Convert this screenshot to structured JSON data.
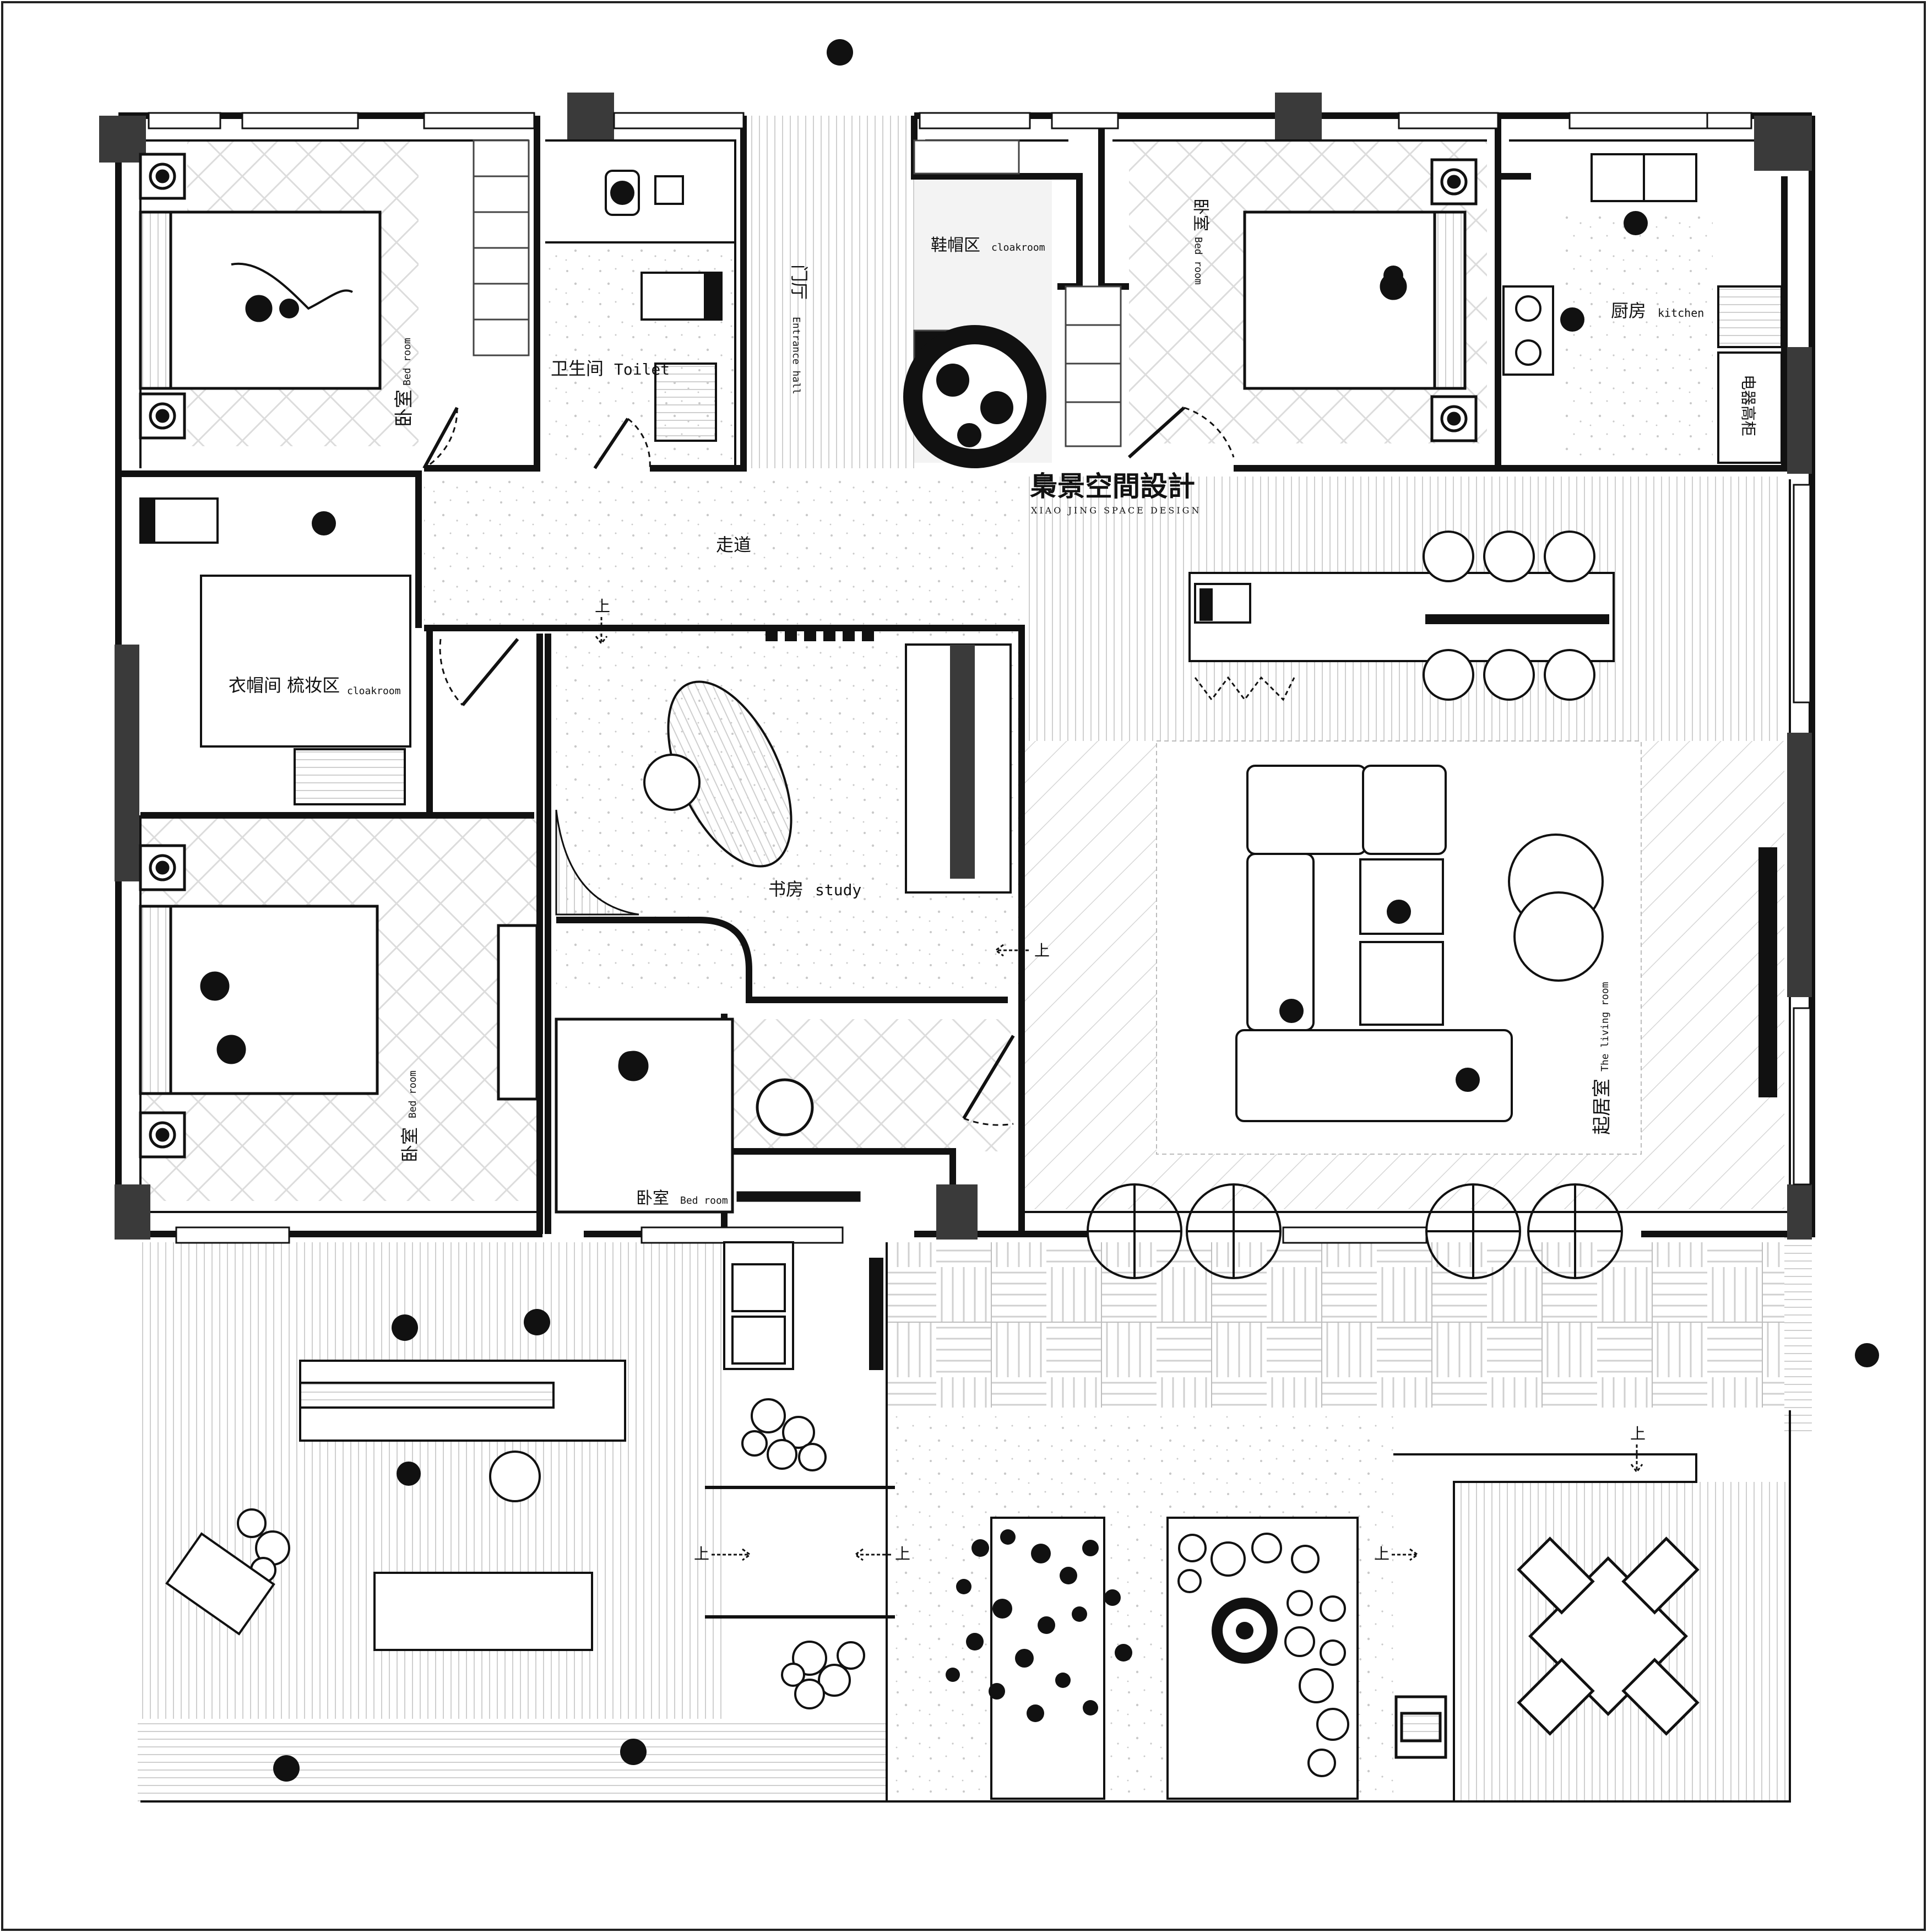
{
  "brand": {
    "name": "梟景空間設計",
    "subtitle": "XIAO JING SPACE DESIGN"
  },
  "rooms": {
    "bedroom_nw": {
      "zh": "卧室",
      "en": "Bed room"
    },
    "toilet": {
      "zh": "卫生间",
      "en": "Toilet"
    },
    "entrance": {
      "zh": "门厅",
      "en": "Entrance hall"
    },
    "cloakroom_shoe": {
      "zh": "鞋帽区",
      "en": "cloakroom"
    },
    "bedroom_ne": {
      "zh": "卧室",
      "en": "Bed room"
    },
    "kitchen": {
      "zh": "厨房",
      "en": "kitchen"
    },
    "appliance": {
      "zh": "电器高柜"
    },
    "corridor": {
      "zh": "走道"
    },
    "cloakroom_dress": {
      "zh": "衣帽间 梳妆区",
      "en": "cloakroom"
    },
    "study": {
      "zh": "书房",
      "en": "study"
    },
    "bedroom_w": {
      "zh": "卧室",
      "en": "Bed room"
    },
    "bedroom_s": {
      "zh": "卧室",
      "en": "Bed room"
    },
    "living": {
      "zh": "起居室",
      "en": "The living room"
    }
  },
  "annotations": {
    "up": "上"
  },
  "colors": {
    "wall": "#111111",
    "column": "#3a3a3a",
    "hatch": "#d2d2d2",
    "paving": "#e6e6e6"
  }
}
